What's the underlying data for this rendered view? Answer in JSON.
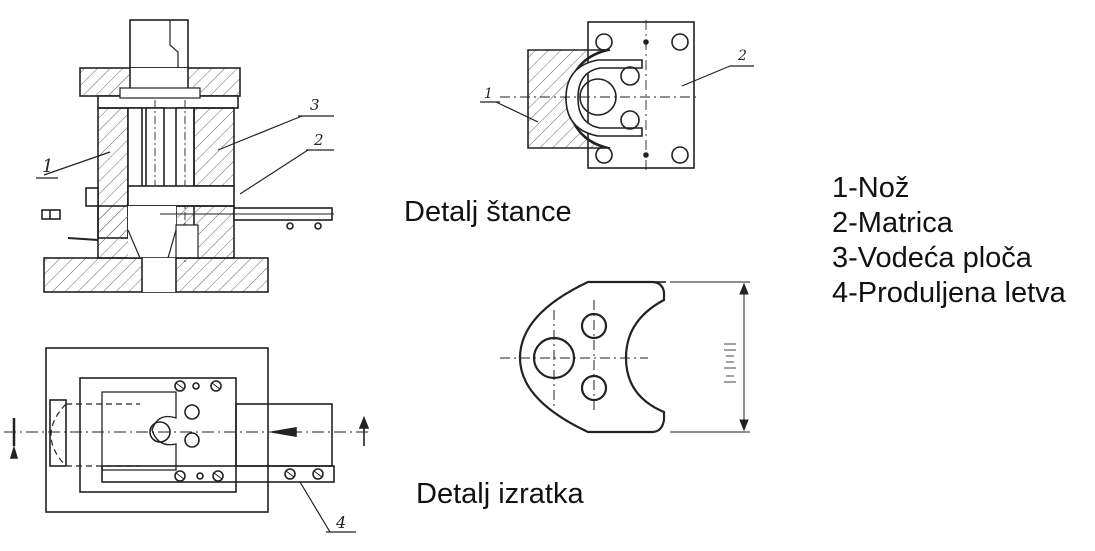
{
  "captions": {
    "stance_detail": "Detalj štance",
    "izratka_detail": "Detalj izratka"
  },
  "legend": [
    "1-Nož",
    "2-Matrica",
    "3-Vodeća ploča",
    "4-Produljena letva"
  ],
  "callouts": {
    "front_1": "1",
    "front_2": "2",
    "front_3": "3",
    "plan_4": "4",
    "stance_1": "1",
    "stance_2": "2"
  },
  "colors": {
    "ink": "#222222",
    "hatch": "#555555",
    "text": "#111111"
  }
}
